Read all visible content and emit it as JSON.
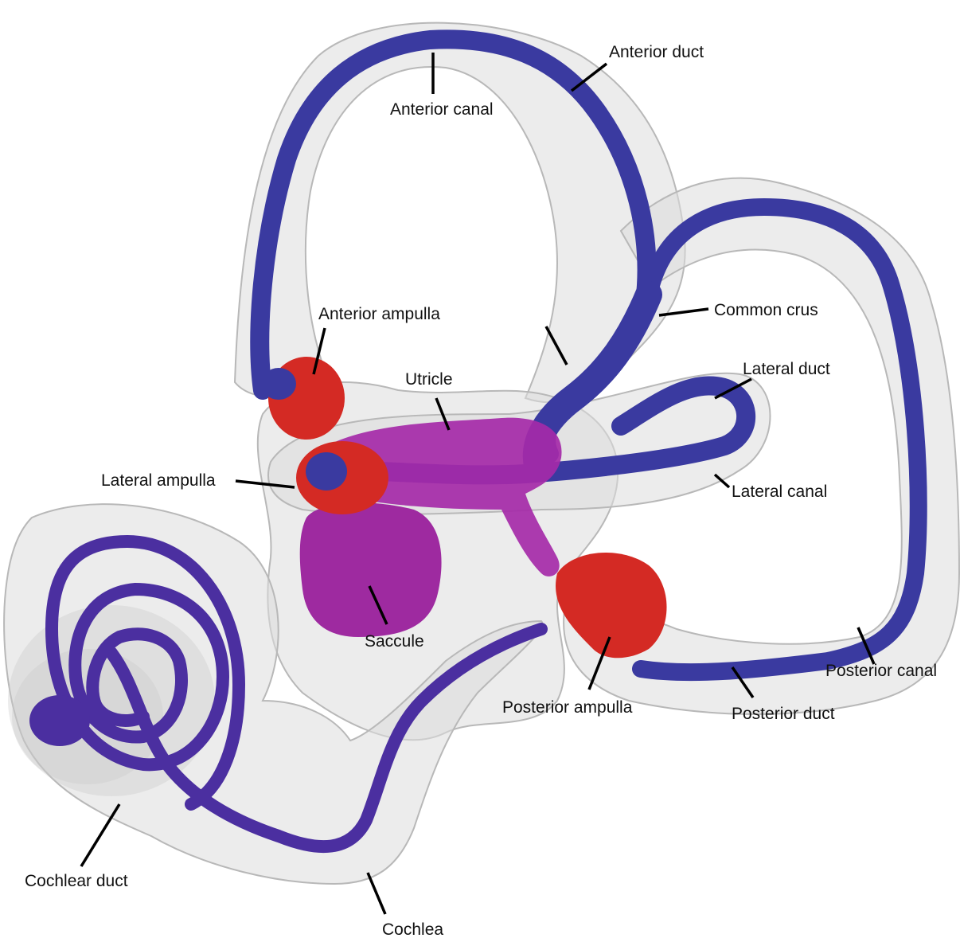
{
  "colors": {
    "duct": "#3a3aa0",
    "cochlear_duct": "#4b2fa0",
    "ampulla": "#d42a24",
    "utricle_saccule": "#a52aa8",
    "membranous_shell": "#dcdcdc",
    "label_text": "#111111",
    "leader_line": "#000000",
    "background": "#ffffff"
  },
  "labels": {
    "anterior_duct": "Anterior duct",
    "anterior_canal": "Anterior canal",
    "common_crus": "Common crus",
    "anterior_ampulla": "Anterior ampulla",
    "utricle": "Utricle",
    "lateral_duct": "Lateral duct",
    "lateral_ampulla": "Lateral ampulla",
    "lateral_canal": "Lateral canal",
    "saccule": "Saccule",
    "posterior_canal": "Posterior canal",
    "posterior_ampulla": "Posterior ampulla",
    "posterior_duct": "Posterior duct",
    "cochlear_duct": "Cochlear duct",
    "cochlea": "Cochlea"
  }
}
